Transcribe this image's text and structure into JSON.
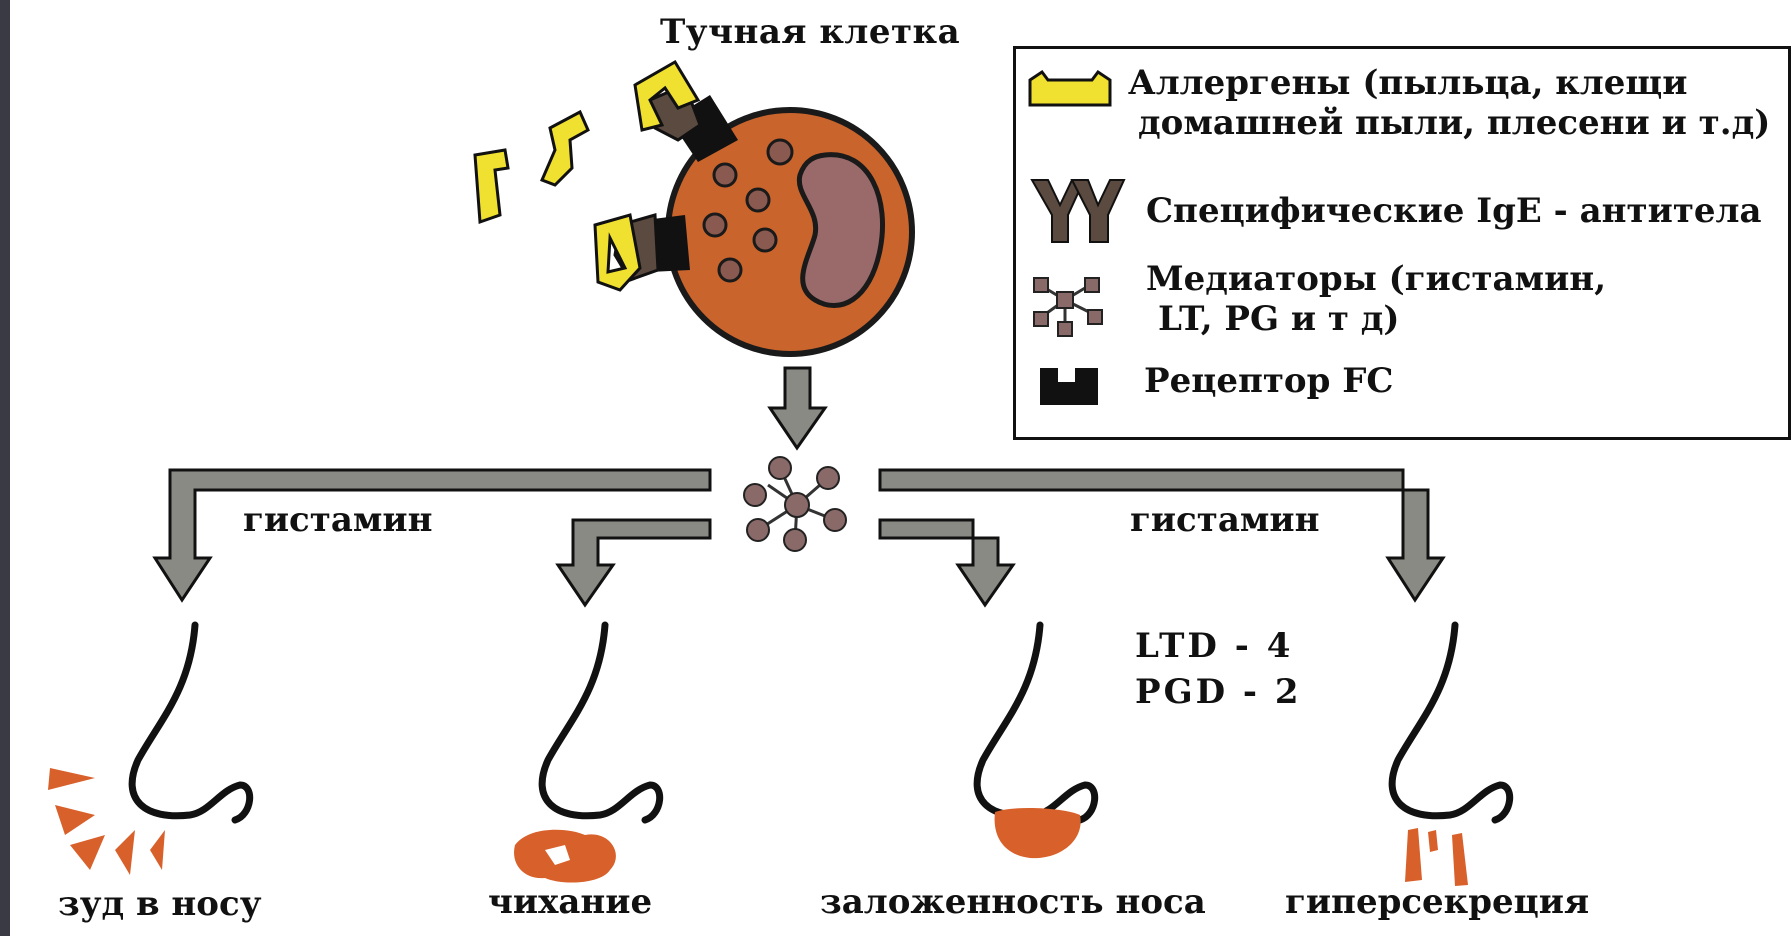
{
  "title": "Тучная клетка",
  "legend": {
    "allergens": [
      "Аллергены (пыльца, клещи",
      "домашней пыли, плесени и т.д)"
    ],
    "ige": "Специфические IgE - антитела",
    "mediators": [
      "Медиаторы (гистамин,",
      "LT, PG и т д)"
    ],
    "receptor": "Рецептор FC"
  },
  "branch_labels": {
    "left": "гистамин",
    "right": "гистамин"
  },
  "ltd_pgd": [
    "LTD - 4",
    "PGD - 2"
  ],
  "symptoms": [
    "зуд в носу",
    "чихание",
    "заложенность носа",
    "гиперсекреция"
  ],
  "colors": {
    "cell": "#c8642c",
    "nucleus": "#9a6a6a",
    "granule": "#8a5a50",
    "allergen": "#f0e030",
    "arrow": "#888880",
    "symptom": "#d8602a",
    "mediator": "#8a6a68"
  }
}
